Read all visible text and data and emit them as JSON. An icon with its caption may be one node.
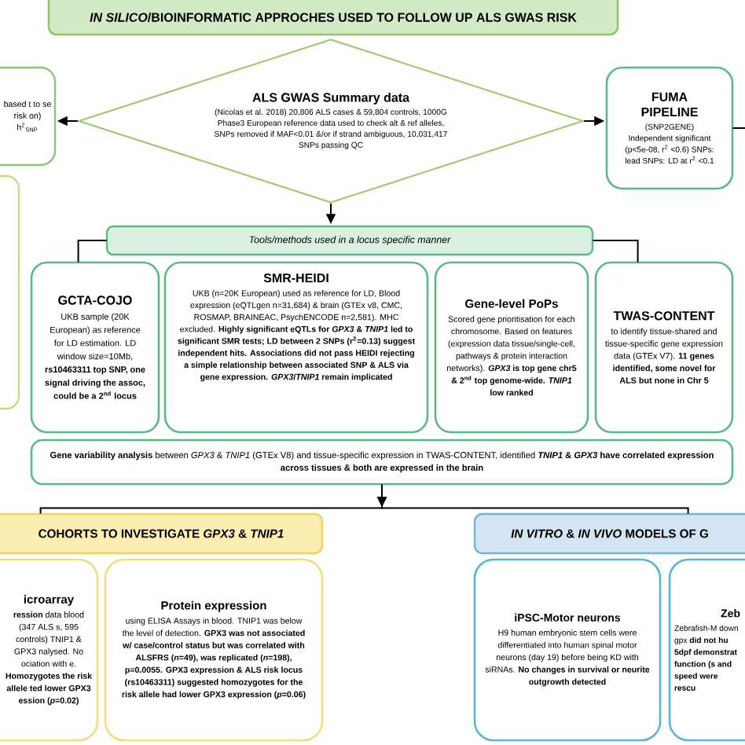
{
  "diagram": {
    "nodes": [
      {
        "text": [
          "*IN SILICO*/BIOINFORMATIC APPROCHES USED TO FOLLOW UP ALS GWAS RISK"
        ]
      },
      {
        "text": [
          "based t to se risk on) h$^{2}$$_{SNP}$"
        ]
      },
      {
        "text": [
          "ALS GWAS Summary data",
          "(Nicolas et al. 2018) 20,806 ALS cases & 59,804 controls, 1000G Phase3 European reference data used to check alt & ref alleles, SNPs removed if MAF<0.01 &/or if strand ambiguous, 10,031,417 SNPs passing QC"
        ]
      },
      {
        "text": [
          "FUMA PIPELINE",
          "(SNP2GENE) Independent significant (p<5e-08, r$^{2}$ <0.6) SNPs: lead SNPs: LD at r$^{2}$ <0.1"
        ]
      },
      {
        "text": [],
        "shape": "box"
      },
      {
        "text": [
          "Tools/methods used in a locus specific manner"
        ]
      },
      {
        "text": [
          "GCTA-COJO",
          "UKB sample (20K European) as reference for LD estimation. LD window size=10Mb, **rs10463311 top SNP, one signal driving the assoc, could be a 2$^{nd}$ locus**"
        ]
      },
      {
        "text": [
          "SMR-HEIDI",
          "UKB (n=20K European) used as reference for LD, Blood expression (eQTLgen n=31,684) & brain (GTEx v8, CMC, ROSMAP, BRAINEAC, PsychENCODE n=2,581). MHC excluded. **Highly significant eQTLs for *GPX3* & *TNIP1* led to significant SMR tests; LD between 2 SNPs (r$^{2}$=0.13) suggest independent hits. Associations did not pass HEIDI rejecting a simple relationship between associated SNP & ALS via gene expression. *GPX3*/*TNIP1* remain implicated**"
        ]
      },
      {
        "text": [
          "Gene-level PoPs",
          "Scored gene prioritisation for each chromosome. Based on features (expression data tissue/single-cell, pathways & protein interaction networks). ***GPX3* is top gene chr5 & 2$^{nd}$ top genome-wide. *TNIP1* low ranked**"
        ]
      },
      {
        "text": [
          "TWAS-CONTENT",
          "to identify tissue-shared and tissue-specific gene expression data (GTEx V7). **11 genes identified, some novel for ALS but none in Chr 5**"
        ]
      },
      {
        "text": [
          "**Gene variability analysis** between *GPX3* & *TNIP1* (GTEx V8) and tissue-specific expression in TWAS-CONTENT, identified ***TNIP1* & *GPX3* have correlated expression across tissues & both are expressed in the brain**"
        ]
      },
      {
        "text": [
          "COHORTS TO INVESTIGATE *GPX3* & *TNIP1*"
        ]
      },
      {
        "text": [
          "*IN VITRO* & *IN VIVO* MODELS OF G"
        ]
      },
      {
        "text": [
          "icroarray",
          "**ression** data blood (347 ALS s, 595 controls) TNIP1 & GPX3 nalysed. No ociation with e. **Homozygotes the risk allele ted lower GPX3 ession (*p*=0.02)**"
        ]
      },
      {
        "text": [
          "Protein expression",
          "using ELISA Assays in blood. TNIP1 was below the level of detection. **GPX3 was not associated w/ case/control status but was correlated with ALSFRS (*n*=49), was replicated (*n*=198), p=0.0055. GPX3 expression & ALS risk locus (rs10463311) suggested homozygotes for the risk allele had lower GPX3 expression (*p*=0.06)**"
        ]
      },
      {
        "text": [
          "iPSC-Motor neurons",
          "H9 human embryonic stem cells were differentiated into human spinal motor neurons (day 19) before being KD with siRNAs. **No changes in survival or neurite outgrowth detected**"
        ]
      },
      {
        "text": [
          "Zeb",
          "Zebrafish-M down gpx **did not hu 5dpf demonstrat function (s and speed were rescu**"
        ]
      }
    ],
    "edges": [
      {
        "from": 2,
        "to": 1,
        "arrow": "to"
      },
      {
        "from": 2,
        "to": 3,
        "arrow": "to"
      },
      {
        "from": 3,
        "to": null,
        "arrow": "none"
      },
      {
        "from": 2,
        "to": 5,
        "arrow": "to"
      },
      {
        "from": 5,
        "to": 6,
        "arrow": "none"
      },
      {
        "from": 5,
        "to": 9,
        "arrow": "none"
      },
      {
        "from": 10,
        "to": 11,
        "arrow": "to"
      },
      {
        "from": 10,
        "to": 12,
        "arrow": "to"
      }
    ]
  }
}
